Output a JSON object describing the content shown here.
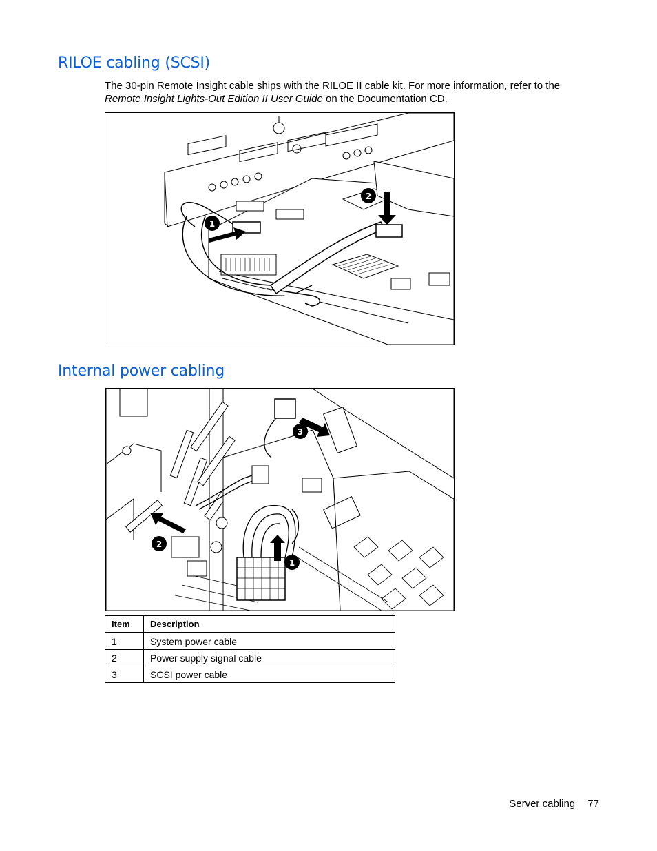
{
  "sections": [
    {
      "heading": "RILOE cabling (SCSI)"
    },
    {
      "heading": "Internal power cabling"
    }
  ],
  "riloe_paragraph": {
    "text_before": "The 30-pin Remote Insight cable ships with the RILOE II cable kit. For more information, refer to the ",
    "italic": "Remote Insight Lights-Out Edition II User Guide",
    "text_after": " on the Documentation CD."
  },
  "figure1": {
    "callouts": [
      "1",
      "2"
    ]
  },
  "figure2": {
    "callouts": [
      "1",
      "2",
      "3"
    ]
  },
  "table": {
    "headers": [
      "Item",
      "Description"
    ],
    "rows": [
      [
        "1",
        "System power cable"
      ],
      [
        "2",
        "Power supply signal cable"
      ],
      [
        "3",
        "SCSI power cable"
      ]
    ]
  },
  "footer": {
    "section": "Server cabling",
    "page": "77"
  },
  "colors": {
    "heading": "#0a5fd6"
  }
}
